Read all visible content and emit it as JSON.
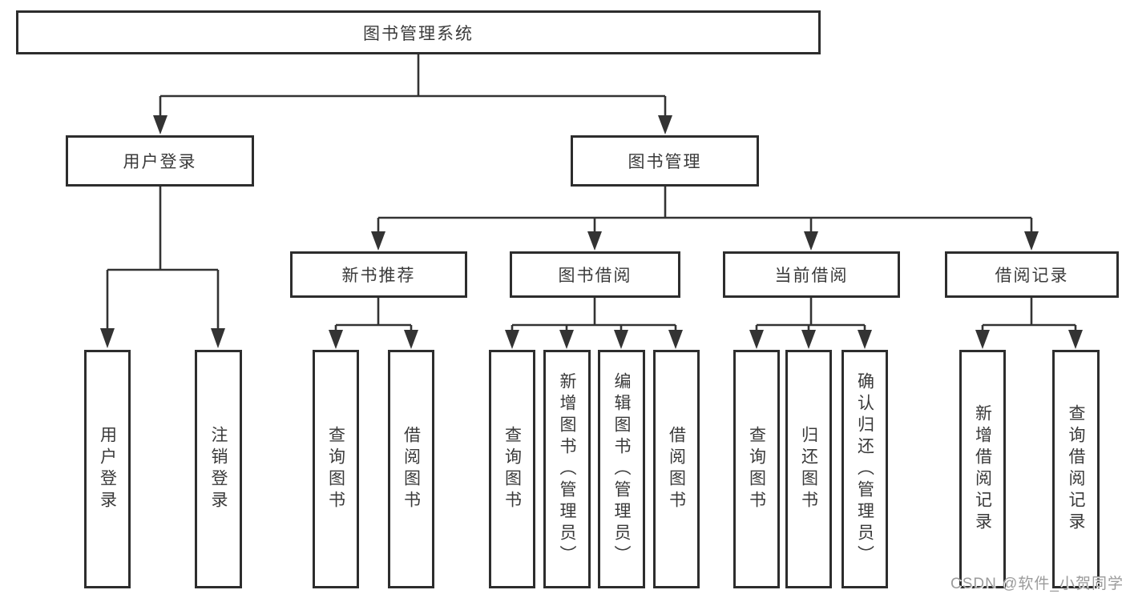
{
  "diagram": {
    "title": "图书管理系统",
    "watermark": "CSDN @软件_小贺同学"
  },
  "colors": {
    "line": "#333333",
    "box_border": "#2d2d2d",
    "text": "#3a3a3a",
    "watermark": "#9b9b9b",
    "background": "#ffffff"
  },
  "nodes": {
    "root": {
      "label": "图书管理系统"
    },
    "user_login": {
      "label": "用户登录"
    },
    "book_mgmt": {
      "label": "图书管理"
    },
    "user_login_action": {
      "label": "用户登录"
    },
    "logout": {
      "label": "注销登录"
    },
    "new_book_rec": {
      "label": "新书推荐"
    },
    "book_borrow": {
      "label": "图书借阅"
    },
    "current_borrow": {
      "label": "当前借阅"
    },
    "borrow_records": {
      "label": "借阅记录"
    },
    "nb_query": {
      "label": "查询图书"
    },
    "nb_borrow": {
      "label": "借阅图书"
    },
    "bb_query": {
      "label": "查询图书"
    },
    "bb_add": {
      "label": "新增图书（管理员）"
    },
    "bb_edit": {
      "label": "编辑图书（管理员）"
    },
    "bb_borrow": {
      "label": "借阅图书"
    },
    "cb_query": {
      "label": "查询图书"
    },
    "cb_return": {
      "label": "归还图书"
    },
    "cb_confirm": {
      "label": "确认归还（管理员）"
    },
    "br_add": {
      "label": "新增借阅记录"
    },
    "br_query": {
      "label": "查询借阅记录"
    }
  },
  "edges": [
    {
      "from": "root",
      "to": "user_login"
    },
    {
      "from": "root",
      "to": "book_mgmt"
    },
    {
      "from": "user_login",
      "to": "user_login_action"
    },
    {
      "from": "user_login",
      "to": "logout"
    },
    {
      "from": "book_mgmt",
      "to": "new_book_rec"
    },
    {
      "from": "book_mgmt",
      "to": "book_borrow"
    },
    {
      "from": "book_mgmt",
      "to": "current_borrow"
    },
    {
      "from": "book_mgmt",
      "to": "borrow_records"
    },
    {
      "from": "new_book_rec",
      "to": "nb_query"
    },
    {
      "from": "new_book_rec",
      "to": "nb_borrow"
    },
    {
      "from": "book_borrow",
      "to": "bb_query"
    },
    {
      "from": "book_borrow",
      "to": "bb_add"
    },
    {
      "from": "book_borrow",
      "to": "bb_edit"
    },
    {
      "from": "book_borrow",
      "to": "bb_borrow"
    },
    {
      "from": "current_borrow",
      "to": "cb_query"
    },
    {
      "from": "current_borrow",
      "to": "cb_return"
    },
    {
      "from": "current_borrow",
      "to": "cb_confirm"
    },
    {
      "from": "borrow_records",
      "to": "br_add"
    },
    {
      "from": "borrow_records",
      "to": "br_query"
    }
  ]
}
